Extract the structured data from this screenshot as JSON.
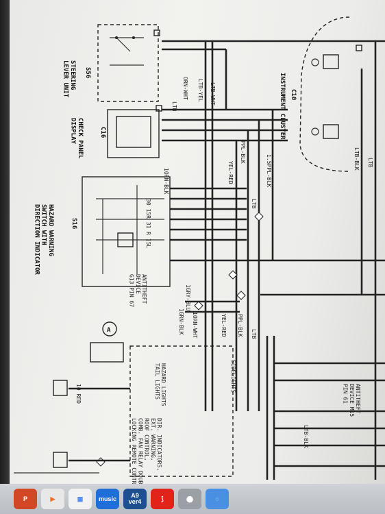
{
  "schematic": {
    "components": {
      "steering": "STEERING\nLEVER UNIT",
      "steering_code": "S56",
      "check_panel": "CHECK PANEL\nDISPLAY",
      "check_code": "C16",
      "hazard": "HAZARD WARNING\nSWITCH WITH\nDIRECTION INDICATOR",
      "hazard_code": "S16",
      "instrument": "INSTRUMENT CLUSTER",
      "instrument_code": "C10",
      "antitheft1": "ANTITHEFT\nDEVICE\nG13 PIN 67",
      "antitheft2": "ANTITHEFT\nDEVICE M15\nPIN 61",
      "hazard_small": "HAZARD LIGHTS\nTAIL LIGHTS",
      "left_block": "DIR. INDICATORS,\nEXT. WARNING,\nROOF CONTROL,\nCOMB. FAN RELAY DOUBLE\nLOCKING REMOTE CONTROL",
      "circle_a": "A"
    },
    "wire_labels": {
      "orn_wht": "ORN-WHT",
      "ltb_yel": "LTB-YEL",
      "ltb_wht": "LTB-WHT",
      "ltb": "LTB",
      "yel_red": "YEL-RED",
      "ppl_blk": "PPL-BLK",
      "ppl_blk_15": "1.5PPL-BLK",
      "ltb_blk": "LTB-BLK",
      "ltb2": "LTB",
      "orn_blk": "1ORN-BLK",
      "grn_blk": "1GRN-BLK",
      "orn_wht2": "1ORN-WHT",
      "gry_blu": "1GRY-BLU",
      "yel_red2": "YEL-RED",
      "ppl_blk2": "PPL-BLK",
      "ltb3": "LTB",
      "ltb_blk2": "LTB-BLK",
      "red10": "10 RED",
      "side_lights": "SIDELIGHTS",
      "pins": "30 15R 31 R 15L"
    }
  },
  "taskbar": {
    "apps": [
      {
        "name": "powerpoint",
        "label": "P"
      },
      {
        "name": "video",
        "label": "▶"
      },
      {
        "name": "apps-grid",
        "label": "▦"
      },
      {
        "name": "music",
        "label": "music"
      },
      {
        "name": "a9",
        "label": "A9\nver4"
      },
      {
        "name": "pdf",
        "label": "⟆"
      },
      {
        "name": "app7",
        "label": "⬤"
      },
      {
        "name": "app8",
        "label": "◌"
      }
    ]
  }
}
